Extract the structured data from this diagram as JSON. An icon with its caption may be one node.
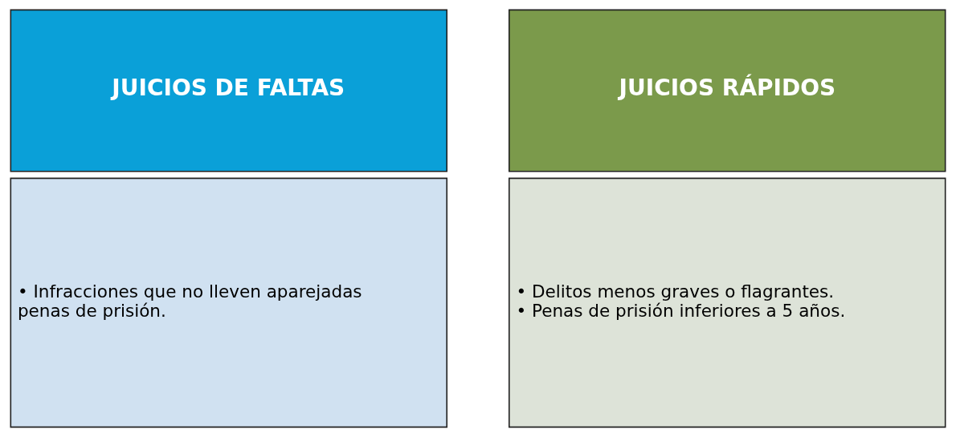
{
  "diagram": {
    "nodes": [
      {
        "text": [
          "JUICIOS DE FALTAS"
        ]
      },
      {
        "text": [
          "• Infracciones que no lleven aparejadas penas de prisión."
        ]
      },
      {
        "text": [
          "JUICIOS RÁPIDOS"
        ]
      },
      {
        "text": [
          "• Delitos menos graves o flagrantes.",
          "• Penas de prisión inferiores a 5 años."
        ]
      }
    ]
  }
}
